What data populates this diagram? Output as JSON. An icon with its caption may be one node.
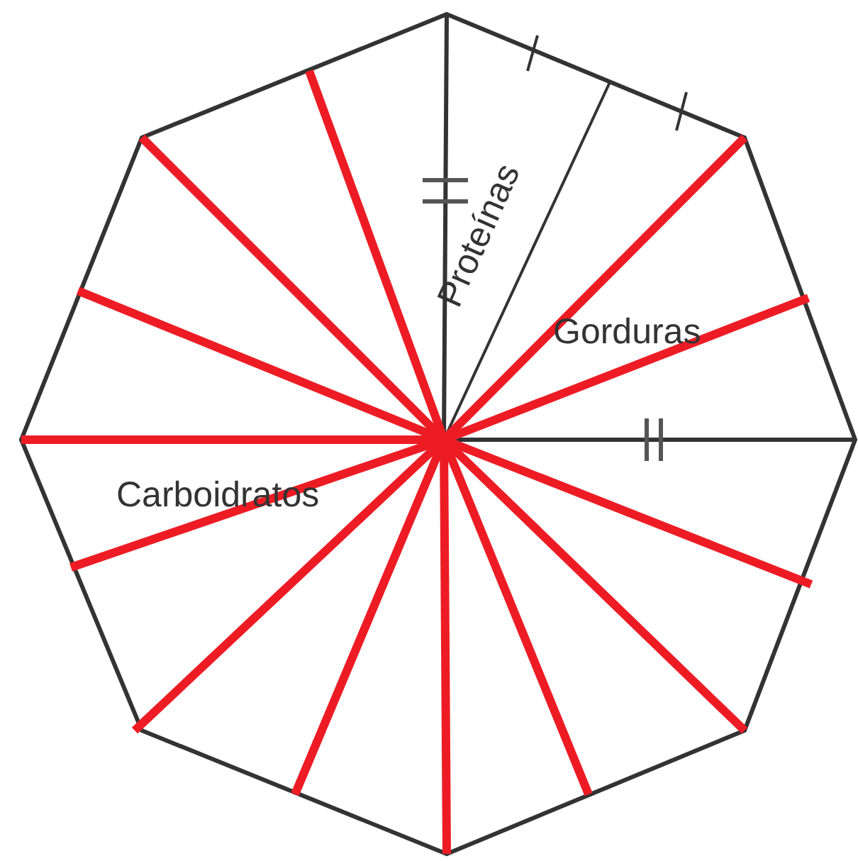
{
  "diagram": {
    "labels": [
      "Proteínas",
      "Gorduras",
      "Carboidratos"
    ]
  }
}
